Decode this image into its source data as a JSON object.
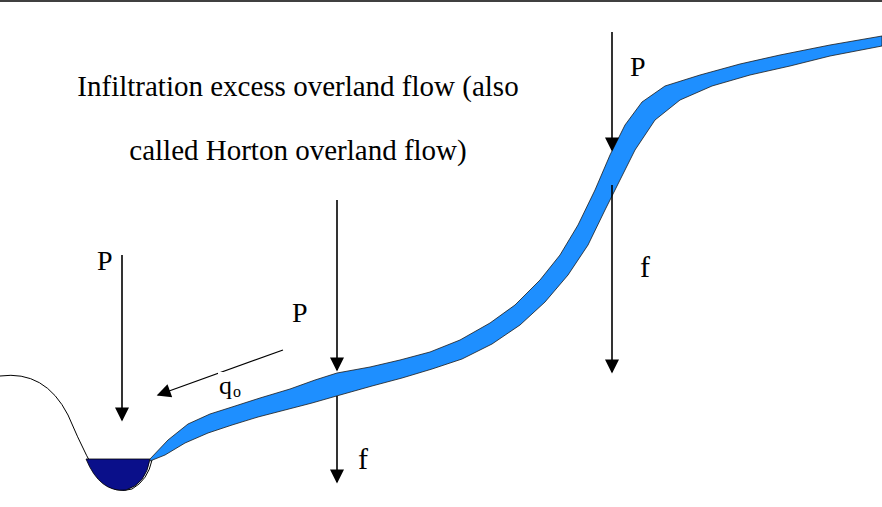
{
  "diagram": {
    "title": "Infiltration excess overland flow (also called Horton overland flow)",
    "labels": [
      "P",
      "P",
      "P",
      "q",
      "o",
      "f",
      "f"
    ]
  }
}
